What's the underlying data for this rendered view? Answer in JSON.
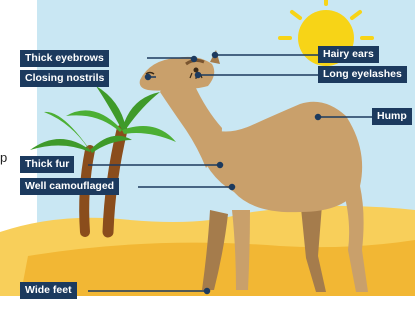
{
  "labels": {
    "thick_eyebrows": "Thick eyebrows",
    "closing_nostrils": "Closing nostrils",
    "hairy_ears": "Hairy ears",
    "long_eyelashes": "Long eyelashes",
    "hump": "Hump",
    "thick_fur": "Thick fur",
    "well_camouflaged": "Well camouflaged",
    "wide_feet": "Wide feet"
  },
  "stray_text": "p",
  "colors": {
    "label_bg": "#1c3a5e",
    "label_text": "#ffffff",
    "sky": "#c9e7f3",
    "sand": "#f2b734",
    "sand_light": "#f8cf5a",
    "camel": "#c9a06b",
    "camel_dark": "#a57c4c",
    "sun": "#f7d417",
    "palm_leaf": "#3f9a2a",
    "palm_trunk": "#8a4d1c"
  }
}
